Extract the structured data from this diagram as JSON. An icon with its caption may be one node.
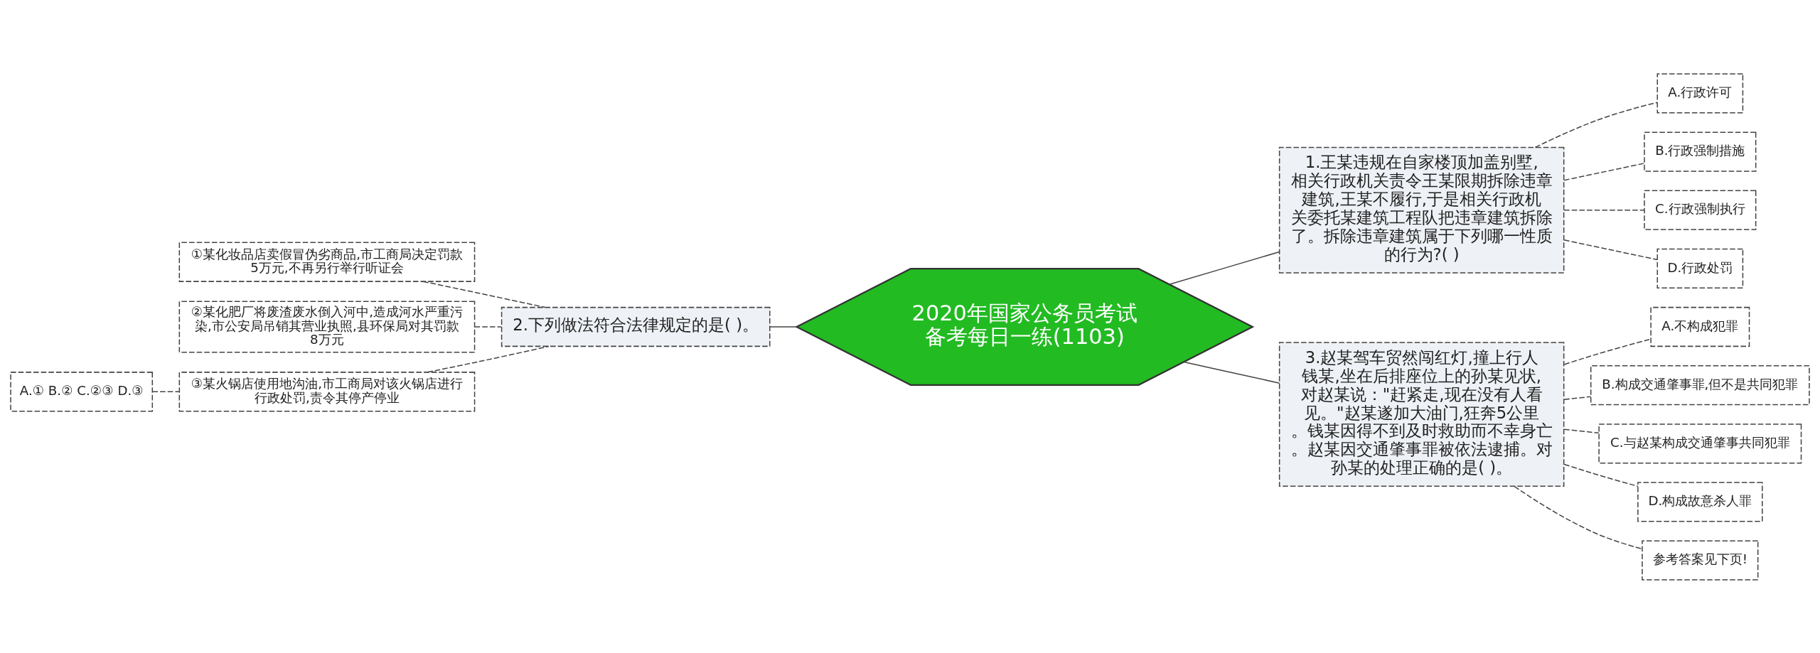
{
  "diagram": {
    "nodes": [
      {
        "text": [
          "2020年国家公务员考试备考每日一练(1103)"
        ]
      },
      {
        "text": [
          "1.王某违规在自家楼顶加盖别墅,相关行政机关责令王某限期拆除违章建筑,王某不履行,于是相关行政机关委托某建筑工程队把违章建筑拆除了。拆除违章建筑属于下列哪一性质的行为?( )"
        ]
      },
      {
        "text": [
          "A.行政许可"
        ]
      },
      {
        "text": [
          "B.行政强制措施"
        ]
      },
      {
        "text": [
          "C.行政强制执行"
        ]
      },
      {
        "text": [
          "D.行政处罚"
        ]
      },
      {
        "text": [
          "2.下列做法符合法律规定的是( )。"
        ]
      },
      {
        "text": [
          "①某化妆品店卖假冒伪劣商品,市工商局决定罚款5万元,不再另行举行听证会"
        ]
      },
      {
        "text": [
          "②某化肥厂将废渣废水倒入河中,造成河水严重污染,市公安局吊销其营业执照,县环保局对其罚款8万元"
        ]
      },
      {
        "text": [
          "③某火锅店使用地沟油,市工商局对该火锅店进行行政处罚,责令其停产停业"
        ]
      },
      {
        "text": [
          "A.① B.② C.②③ D.③"
        ]
      },
      {
        "text": [
          "3.赵某驾车贸然闯红灯,撞上行人钱某,坐在后排座位上的孙某见状,对赵某说：\"赶紧走,现在没有人看见。\"赵某遂加大油门,狂奔5公里。钱某因得不到及时救助而不幸身亡。赵某因交通肇事罪被依法逮捕。对孙某的处理正确的是( )。"
        ]
      },
      {
        "text": [
          "A.不构成犯罪"
        ]
      },
      {
        "text": [
          "B.构成交通肇事罪,但不是共同犯罪"
        ]
      },
      {
        "text": [
          "C.与赵某构成交通肇事共同犯罪"
        ]
      },
      {
        "text": [
          "D.构成故意杀人罪"
        ]
      },
      {
        "text": [
          "参考答案见下页!"
        ]
      }
    ],
    "edges": [
      {
        "from": 0,
        "to": 1,
        "arrow": "none"
      },
      {
        "from": 1,
        "to": 2,
        "arrow": "none",
        "style": "dashed"
      },
      {
        "from": 1,
        "to": 3,
        "arrow": "none",
        "style": "dashed"
      },
      {
        "from": 1,
        "to": 4,
        "arrow": "none",
        "style": "dashed"
      },
      {
        "from": 1,
        "to": 5,
        "arrow": "none",
        "style": "dashed"
      },
      {
        "from": 0,
        "to": 6,
        "arrow": "none"
      },
      {
        "from": 6,
        "to": 7,
        "arrow": "none",
        "style": "dashed"
      },
      {
        "from": 6,
        "to": 8,
        "arrow": "none",
        "style": "dashed"
      },
      {
        "from": 6,
        "to": 9,
        "arrow": "none",
        "style": "dashed"
      },
      {
        "from": 9,
        "to": 10,
        "arrow": "none",
        "style": "dashed"
      },
      {
        "from": 0,
        "to": 11,
        "arrow": "none"
      },
      {
        "from": 11,
        "to": 12,
        "arrow": "none",
        "style": "dashed"
      },
      {
        "from": 11,
        "to": 13,
        "arrow": "none",
        "style": "dashed"
      },
      {
        "from": 11,
        "to": 14,
        "arrow": "none",
        "style": "dashed"
      },
      {
        "from": 11,
        "to": 15,
        "arrow": "none",
        "style": "dashed"
      },
      {
        "from": 11,
        "to": 16,
        "arrow": "none",
        "style": "dashed"
      }
    ]
  }
}
